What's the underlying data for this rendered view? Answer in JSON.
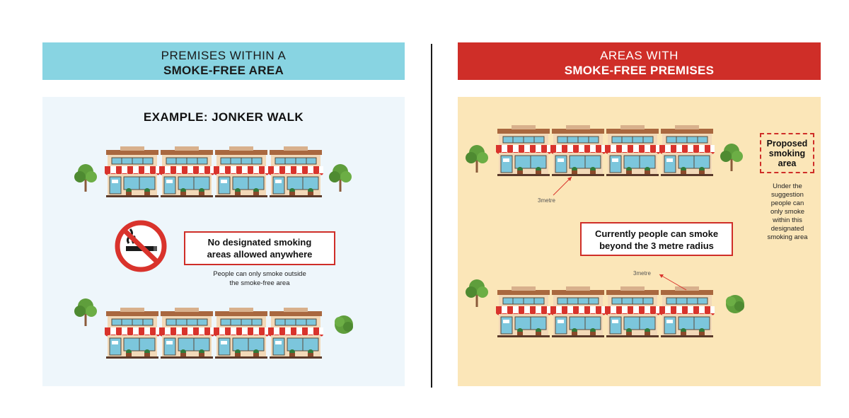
{
  "left_header": {
    "line1": "PREMISES WITHIN A",
    "line2": "SMOKE-FREE AREA"
  },
  "right_header": {
    "line1": "AREAS WITH",
    "line2": "SMOKE-FREE PREMISES"
  },
  "left_panel": {
    "title": "EXAMPLE: JONKER WALK",
    "box_text_line1": "No designated smoking",
    "box_text_line2": "areas allowed anywhere",
    "note_line1": "People can only smoke outside",
    "note_line2": "the smoke-free area",
    "icon": "no-smoking-icon"
  },
  "right_panel": {
    "current_line1": "Currently people can smoke",
    "current_line2": "beyond the 3 metre radius",
    "proposed_line1": "Proposed",
    "proposed_line2": "smoking",
    "proposed_line3": "area",
    "note": [
      "Under the",
      "suggestion",
      "people can",
      "only smoke",
      "within this",
      "designated",
      "smoking area"
    ],
    "metre_label_1": "3metre",
    "metre_label_2": "3metre"
  },
  "colors": {
    "left_header_bg": "#88d4e2",
    "right_header_bg": "#cf2e28",
    "left_panel_bg": "#eef6fb",
    "right_panel_bg": "#fbe6b8",
    "accent_red": "#cf2e28"
  }
}
